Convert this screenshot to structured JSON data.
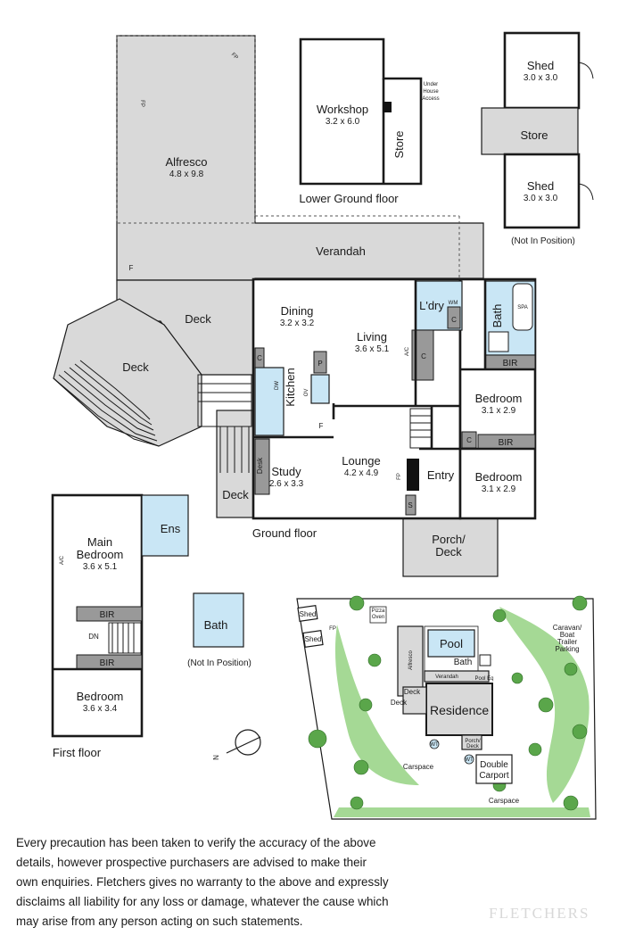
{
  "rooms": {
    "alfresco": {
      "name": "Alfresco",
      "dims": "4.8 x 9.8"
    },
    "workshop": {
      "name": "Workshop",
      "dims": "3.2 x 6.0"
    },
    "store_lower": {
      "name": "Store"
    },
    "under_house": {
      "line1": "Under",
      "line2": "House",
      "line3": "Access"
    },
    "shed_top": {
      "name": "Shed",
      "dims": "3.0 x 3.0"
    },
    "shed_store": {
      "name": "Store"
    },
    "shed_bottom": {
      "name": "Shed",
      "dims": "3.0 x 3.0"
    },
    "verandah": {
      "name": "Verandah"
    },
    "deck_upper": {
      "name": "Deck"
    },
    "deck_left": {
      "name": "Deck"
    },
    "deck_lower": {
      "name": "Deck"
    },
    "dining": {
      "name": "Dining",
      "dims": "3.2 x 3.2"
    },
    "living": {
      "name": "Living",
      "dims": "3.6 x 5.1"
    },
    "kitchen": {
      "name": "Kitchen"
    },
    "laundry": {
      "name": "L'dry"
    },
    "bath_ground": {
      "name": "Bath"
    },
    "spa": {
      "name": "SPA"
    },
    "bir_1": {
      "name": "BIR"
    },
    "bedroom_a": {
      "name": "Bedroom",
      "dims": "3.1 x 2.9"
    },
    "bir_2": {
      "name": "BIR"
    },
    "bedroom_b": {
      "name": "Bedroom",
      "dims": "3.1 x 2.9"
    },
    "study": {
      "name": "Study",
      "dims": "2.6 x 3.3"
    },
    "desk": {
      "name": "Desk"
    },
    "lounge": {
      "name": "Lounge",
      "dims": "4.2 x 4.9"
    },
    "entry": {
      "name": "Entry"
    },
    "porch": {
      "line1": "Porch/",
      "line2": "Deck"
    },
    "main_bedroom": {
      "name": "Main",
      "line2": "Bedroom",
      "dims": "3.6 x 5.1"
    },
    "ensuite": {
      "name": "Ens"
    },
    "bir_3": {
      "name": "BIR"
    },
    "bir_4": {
      "name": "BIR"
    },
    "bedroom_first": {
      "name": "Bedroom",
      "dims": "3.6 x 3.4"
    },
    "bath_separate": {
      "name": "Bath"
    }
  },
  "fixtures": {
    "fp": "FP",
    "f": "F",
    "wm": "WM",
    "c": "C",
    "ac": "A/C",
    "dw": "DW",
    "ov": "OV",
    "p": "P",
    "s": "S",
    "dn": "DN"
  },
  "floor_labels": {
    "lower_ground": "Lower Ground floor",
    "ground": "Ground floor",
    "first": "First floor",
    "not_in_position_shed": "(Not In Position)",
    "not_in_position_bath": "(Not In Position)"
  },
  "site": {
    "shed_1": "Shed",
    "shed_2": "Shed",
    "fp": "FP",
    "pizza_oven_1": "Pizza",
    "pizza_oven_2": "Oven",
    "pool": "Pool",
    "bath": "Bath",
    "pool_eq": "Pool Eq",
    "alfresco": "Alfresco",
    "verandah": "Verandah",
    "deck_1": "Deck",
    "deck_2": "Deck",
    "residence": "Residence",
    "wt_1": "WT",
    "wt_2": "WT",
    "porch_1": "Porch/",
    "porch_2": "Deck",
    "carport_1": "Double",
    "carport_2": "Carport",
    "carspace_1": "Carspace",
    "carspace_2": "Carspace",
    "caravan_1": "Caravan/",
    "caravan_2": "Boat",
    "caravan_3": "Trailer",
    "caravan_4": "Parking"
  },
  "compass": {
    "north": "N"
  },
  "disclaimer": "Every precaution has been taken to verify the accuracy of the above details, however prospective purchasers are advised to make their own enquiries. Fletchers gives no warranty to the above and expressly disclaims all liability for any loss or damage, whatever the cause which may arise from any person acting on such statements.",
  "brand": "FLETCHERS",
  "colors": {
    "wet_area": "#c9e6f5",
    "outdoor": "#d9d9d9",
    "wardrobe": "#999999",
    "garden": "#8fcf7a",
    "tree": "#5aa64a"
  }
}
